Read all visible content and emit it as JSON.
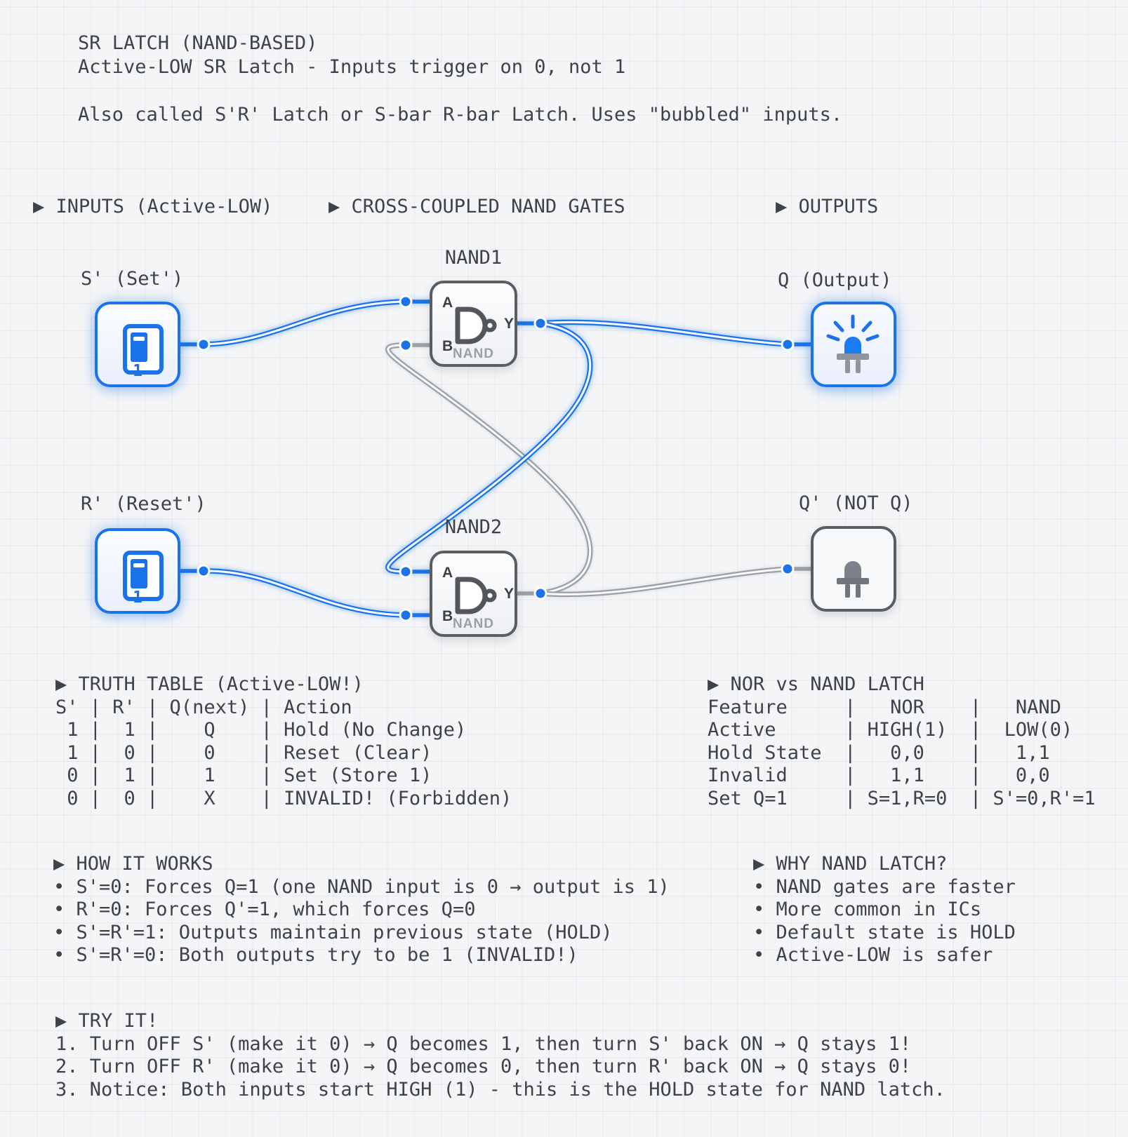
{
  "title": {
    "text": "SR LATCH (NAND-BASED)\nActive-LOW SR Latch - Inputs trigger on 0, not 1\n\nAlso called S'R' Latch or S-bar R-bar Latch. Uses \"bubbled\" inputs."
  },
  "headers": {
    "inputs": "▶ INPUTS (Active-LOW)",
    "gates": "▶ CROSS-COUPLED NAND GATES",
    "outputs": "▶ OUTPUTS"
  },
  "components": {
    "switch_s": {
      "label": "S' (Set')",
      "value": "1"
    },
    "switch_r": {
      "label": "R' (Reset')",
      "value": "1"
    },
    "nand1": {
      "label": "NAND1",
      "port_a": "A",
      "port_b": "B",
      "port_y": "Y",
      "caption": "NAND"
    },
    "nand2": {
      "label": "NAND2",
      "port_a": "A",
      "port_b": "B",
      "port_y": "Y",
      "caption": "NAND"
    },
    "led_q": {
      "label": "Q (Output)",
      "state": "on"
    },
    "led_qn": {
      "label": "Q' (NOT Q)",
      "state": "off"
    }
  },
  "truth_table": {
    "text": "▶ TRUTH TABLE (Active-LOW!)\nS' | R' | Q(next) | Action\n 1 |  1 |    Q    | Hold (No Change)\n 1 |  0 |    0    | Reset (Clear)\n 0 |  1 |    1    | Set (Store 1)\n 0 |  0 |    X    | INVALID! (Forbidden)"
  },
  "compare_table": {
    "text": "▶ NOR vs NAND LATCH\nFeature     |   NOR    |   NAND\nActive      | HIGH(1)  |  LOW(0)\nHold State  |   0,0    |   1,1\nInvalid     |   1,1    |   0,0\nSet Q=1     | S=1,R=0  | S'=0,R'=1"
  },
  "how_it_works": {
    "text": "▶ HOW IT WORKS\n• S'=0: Forces Q=1 (one NAND input is 0 → output is 1)\n• R'=0: Forces Q'=1, which forces Q=0\n• S'=R'=1: Outputs maintain previous state (HOLD)\n• S'=R'=0: Both outputs try to be 1 (INVALID!)"
  },
  "why_nand": {
    "text": "▶ WHY NAND LATCH?\n• NAND gates are faster\n• More common in ICs\n• Default state is HOLD\n• Active-LOW is safer"
  },
  "try_it": {
    "text": "▶ TRY IT!\n1. Turn OFF S' (make it 0) → Q becomes 1, then turn S' back ON → Q stays 1!\n2. Turn OFF R' (make it 0) → Q becomes 0, then turn R' back ON → Q stays 0!\n3. Notice: Both inputs start HIGH (1) - this is the HOLD state for NAND latch."
  },
  "colors": {
    "active_wire": "#1a73e8",
    "inactive_wire": "#9aa0a6",
    "gate_border": "#595e63",
    "text": "#3f4348"
  }
}
